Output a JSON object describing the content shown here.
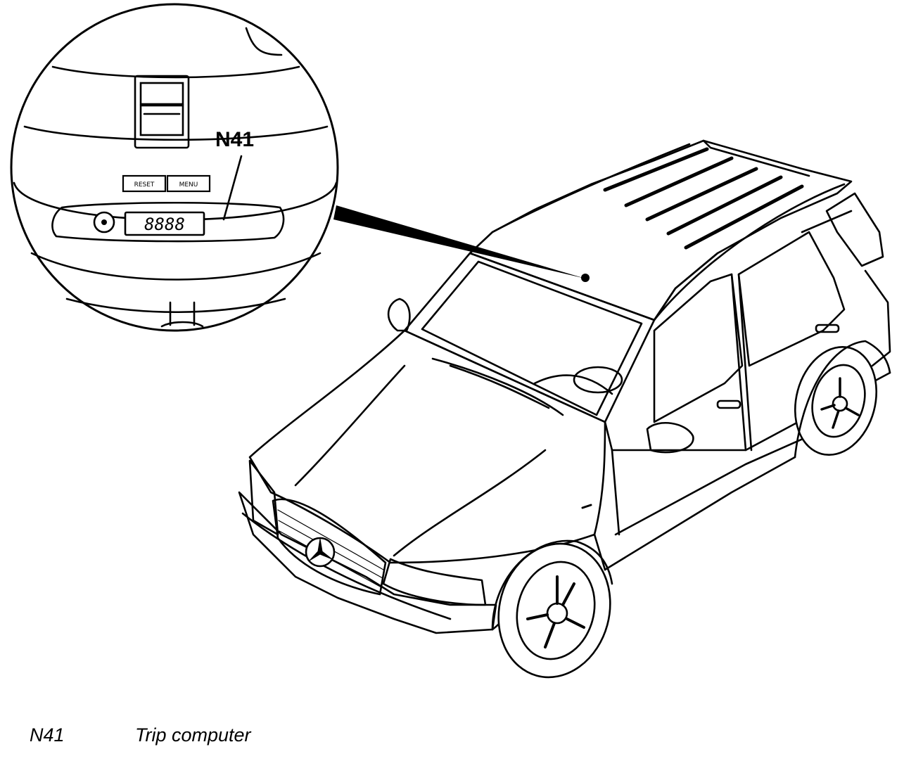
{
  "diagram": {
    "callout_label": "N41",
    "button_left_label": "RESET",
    "button_right_label": "MENU",
    "display_text": "8888"
  },
  "legend": [
    {
      "code": "N41",
      "description": "Trip computer"
    }
  ],
  "colors": {
    "ink": "#000000",
    "paper": "#ffffff"
  }
}
